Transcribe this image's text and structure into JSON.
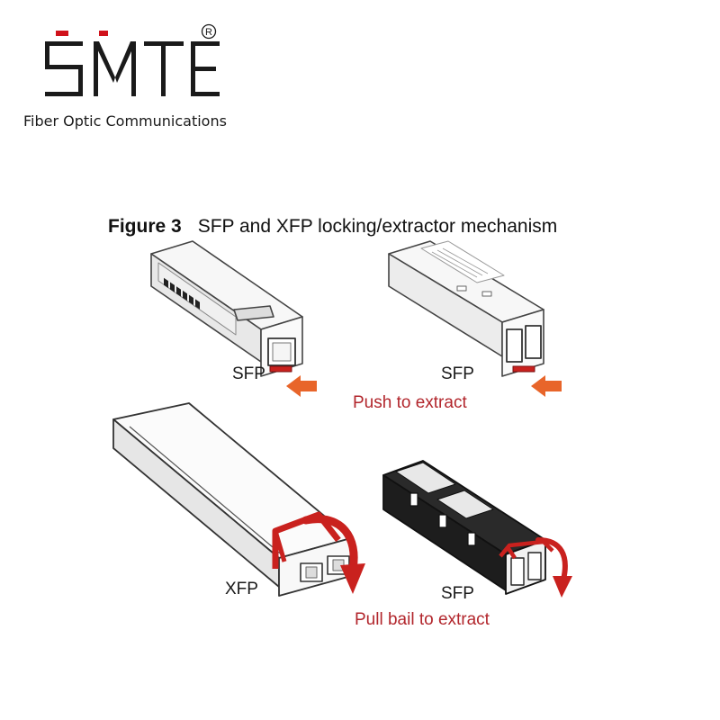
{
  "brand": {
    "logo_text": "SMTE",
    "registered_mark": "®",
    "tagline": "Fiber Optic Communications",
    "logo_color": "#d0121b",
    "text_color": "#1a1a1a"
  },
  "figure": {
    "number": "Figure 3",
    "title": "SFP and XFP locking/extractor mechanism"
  },
  "labels": {
    "sfp_top_left": "SFP",
    "sfp_top_right": "SFP",
    "xfp_bottom_left": "XFP",
    "sfp_bottom_right": "SFP"
  },
  "captions": {
    "push": "Push to extract",
    "pull": "Pull bail to extract",
    "color": "#b2262c"
  },
  "icons": [
    "sfp-module-icon",
    "xfp-module-icon",
    "push-arrow-icon",
    "curved-arrow-icon",
    "bail-latch-icon"
  ]
}
